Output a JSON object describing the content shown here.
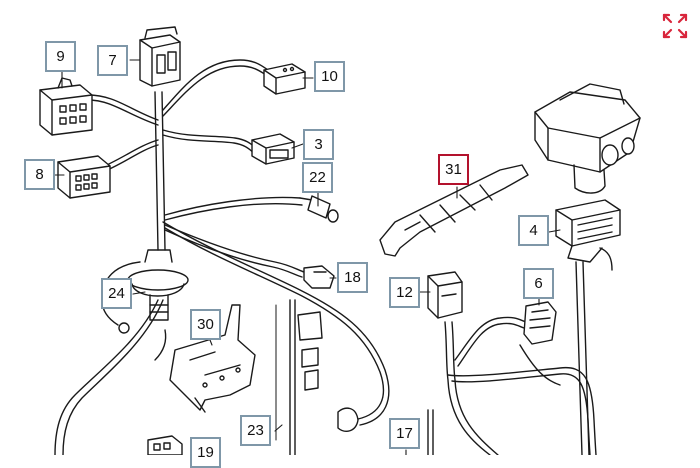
{
  "toolbar": {
    "expand_icon": "expand-arrows-icon",
    "accent_color": "#d9263c"
  },
  "diagram": {
    "line_color": "#1a1a1a",
    "callout_border": "#7f97a8",
    "selected_border": "#b3122d",
    "callouts": [
      {
        "id": "c9",
        "label": "9"
      },
      {
        "id": "c7",
        "label": "7"
      },
      {
        "id": "c10",
        "label": "10"
      },
      {
        "id": "c3",
        "label": "3"
      },
      {
        "id": "c8",
        "label": "8"
      },
      {
        "id": "c22",
        "label": "22"
      },
      {
        "id": "c31",
        "label": "31",
        "selected": true
      },
      {
        "id": "c4",
        "label": "4"
      },
      {
        "id": "c18",
        "label": "18"
      },
      {
        "id": "c24",
        "label": "24"
      },
      {
        "id": "c12",
        "label": "12"
      },
      {
        "id": "c6",
        "label": "6"
      },
      {
        "id": "c30",
        "label": "30"
      },
      {
        "id": "c23",
        "label": "23"
      },
      {
        "id": "c17",
        "label": "17"
      },
      {
        "id": "c19",
        "label": "19"
      }
    ]
  }
}
